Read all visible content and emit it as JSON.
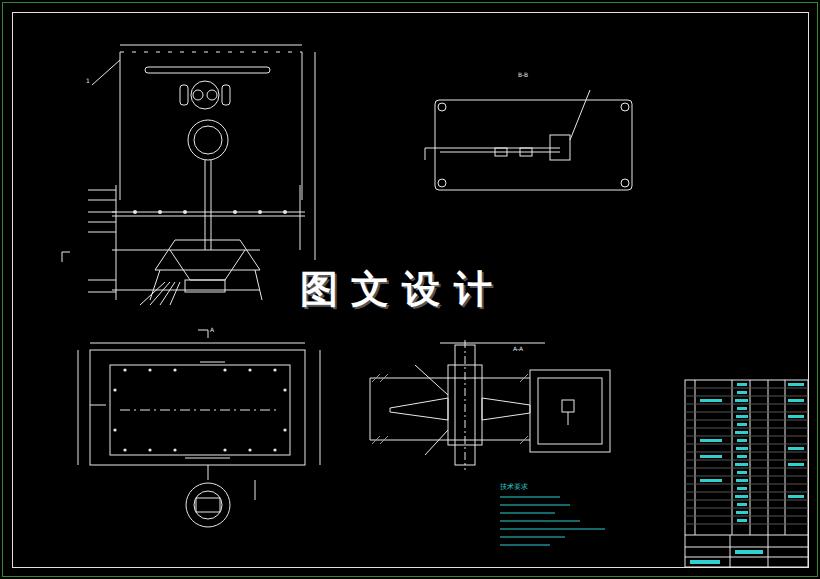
{
  "diagram": {
    "labels": [
      "图 文 设 计",
      "B-B",
      "A-A",
      "A",
      "技术要求",
      "1"
    ]
  }
}
